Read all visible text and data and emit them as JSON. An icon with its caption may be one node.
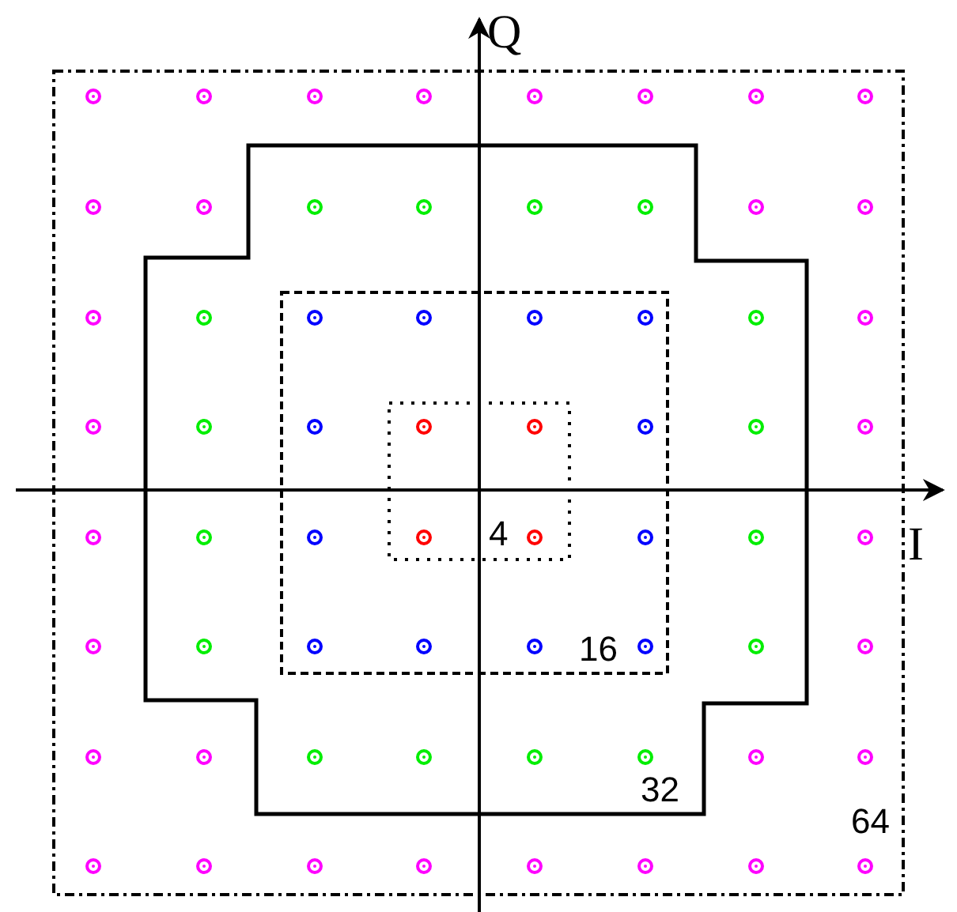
{
  "diagram": {
    "nodes": [
      {
        "text": [
          "64"
        ]
      },
      {
        "text": [
          "32"
        ],
        "in": 0
      },
      {
        "text": [
          "16"
        ],
        "in": 1
      },
      {
        "text": [
          "4"
        ],
        "in": 2
      }
    ],
    "labels": [
      "Q",
      "I"
    ]
  }
}
